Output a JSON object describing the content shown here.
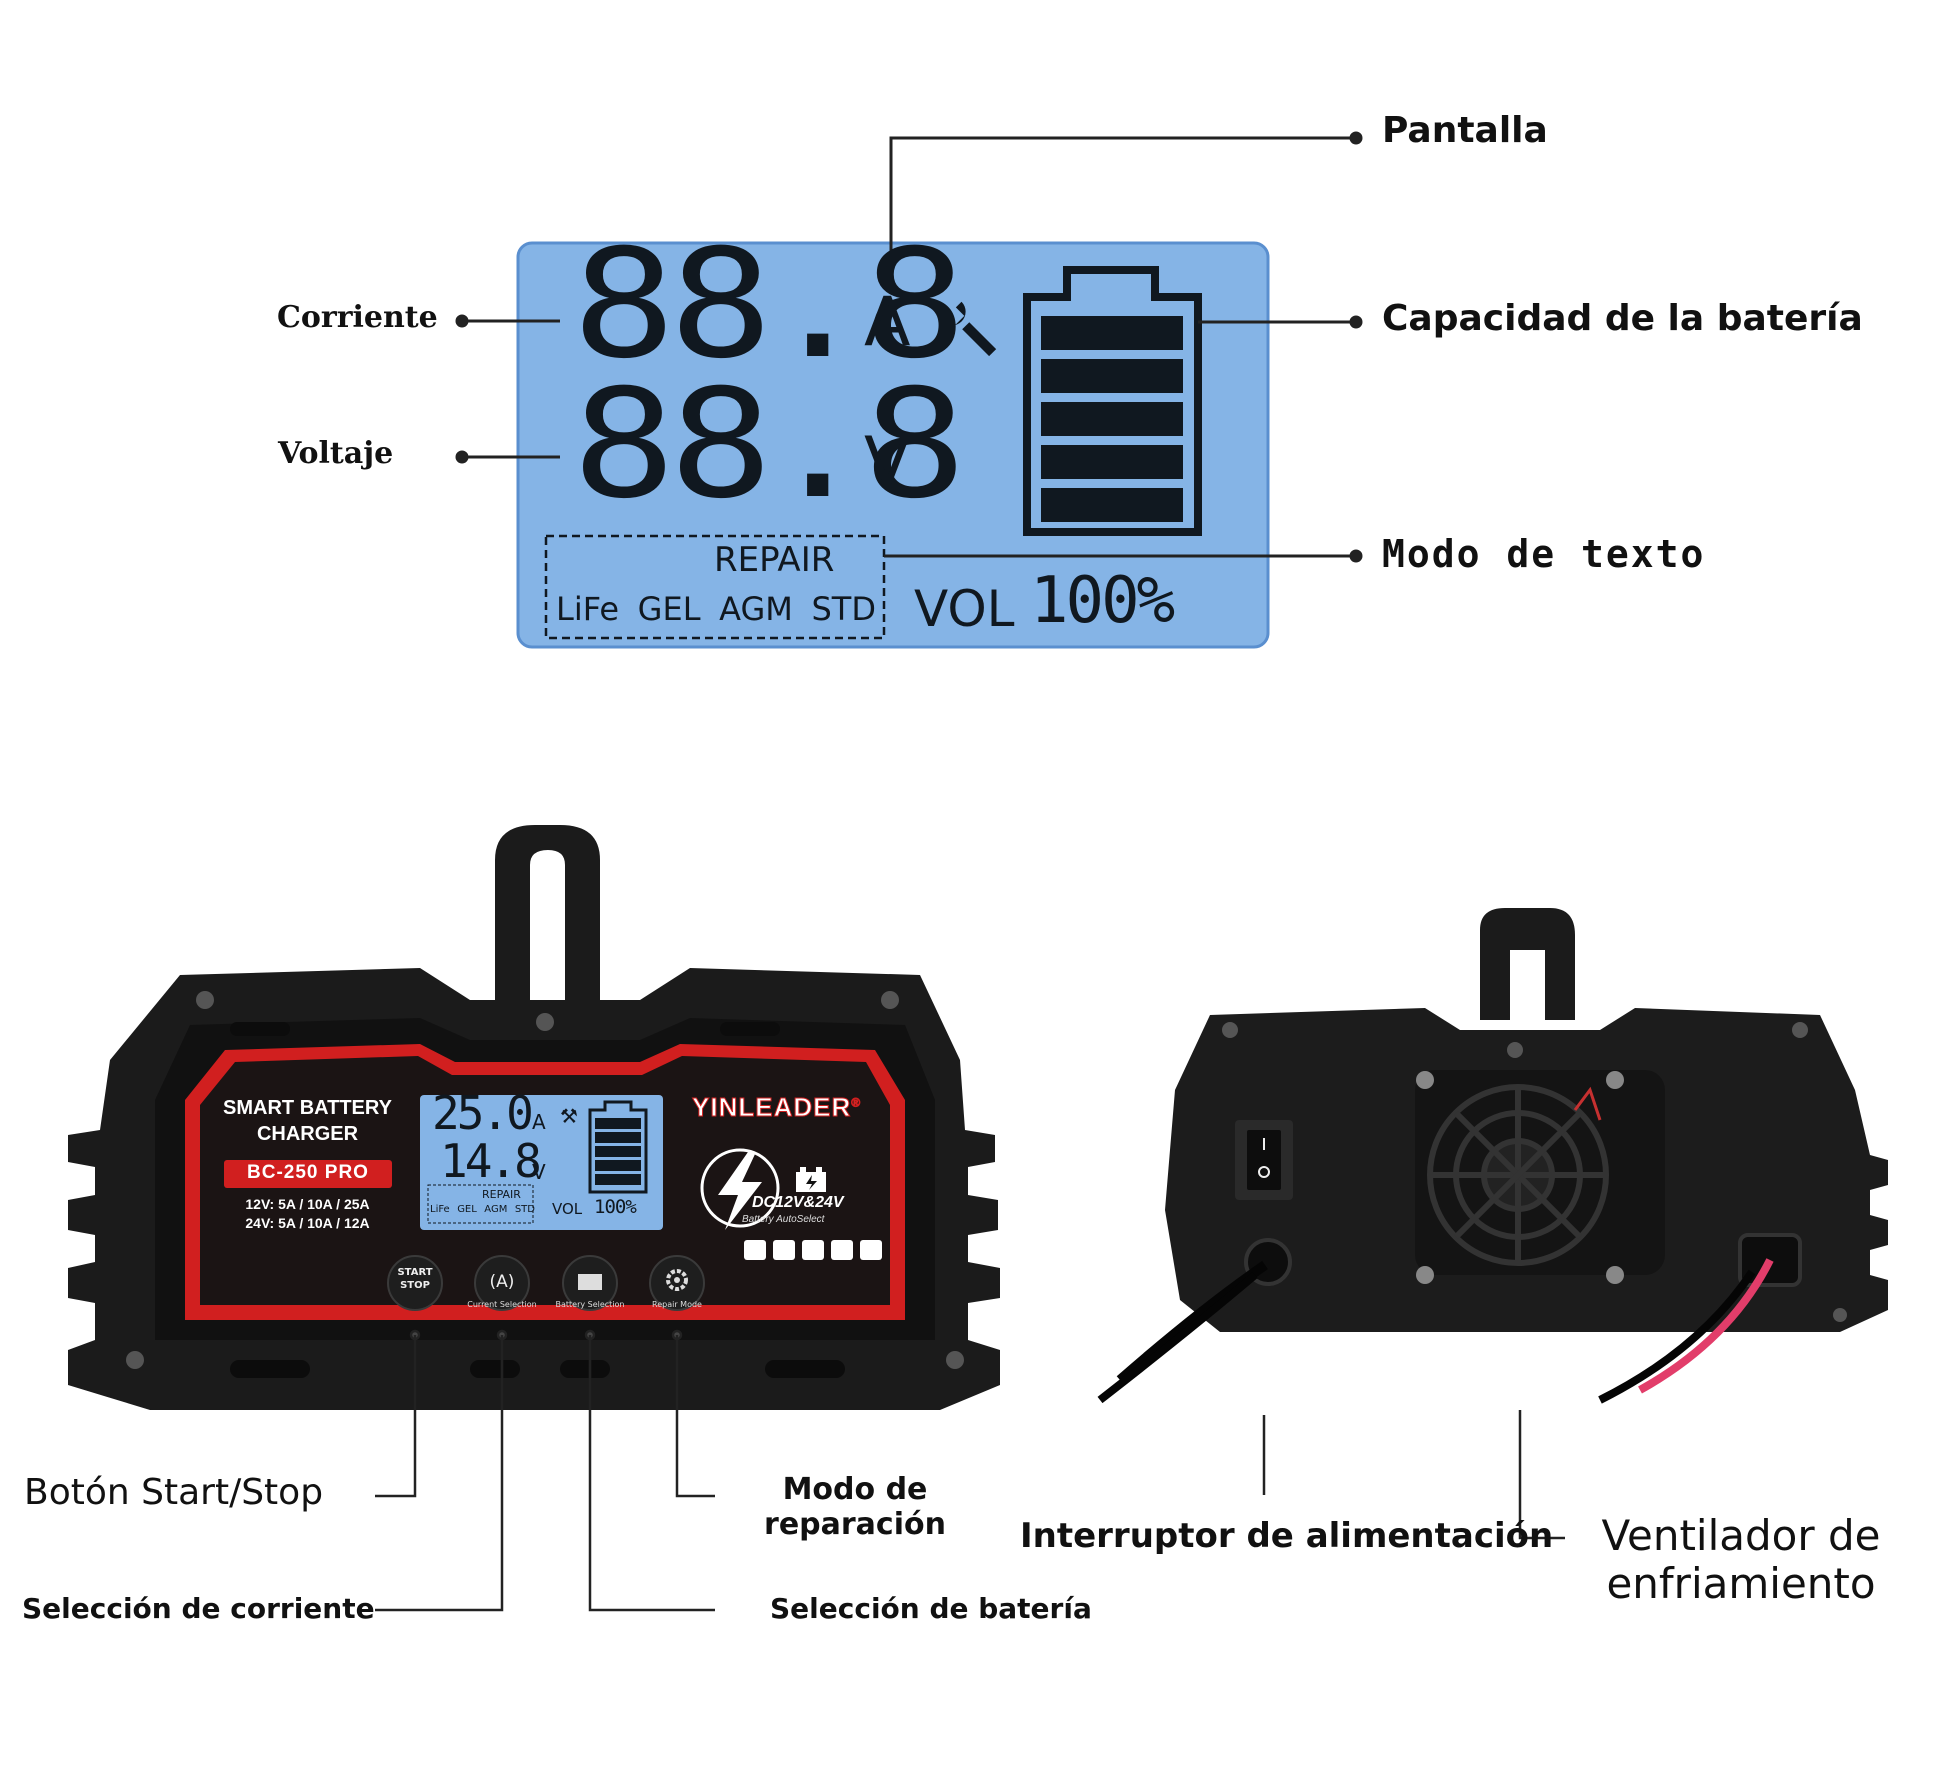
{
  "callouts": {
    "pantalla": "Pantalla",
    "corriente": "Corriente",
    "voltaje": "Voltaje",
    "capacidad": "Capacidad de la batería",
    "modo_texto": "Modo de texto",
    "boton_start": "Botón Start/Stop",
    "seleccion_corriente": "Selección de corriente",
    "modo_reparacion_1": "Modo de",
    "modo_reparacion_2": "reparación",
    "seleccion_bateria": "Selección de batería",
    "interruptor": "Interruptor de alimentación",
    "ventilador_1": "Ventilador de",
    "ventilador_2": "enfriamiento"
  },
  "big_lcd": {
    "current_value": "88.8",
    "current_unit": "A",
    "voltage_value": "88.8",
    "voltage_unit": "V",
    "repair": "REPAIR",
    "modes": [
      "LiFe",
      "GEL",
      "AGM",
      "STD"
    ],
    "vol": "VOL",
    "percent": "100%"
  },
  "charger": {
    "title_line1": "SMART BATTERY",
    "title_line2": "CHARGER",
    "model": "BC-250 PRO",
    "spec_12v": "12V: 5A / 10A / 25A",
    "spec_24v": "24V: 5A / 10A / 12A",
    "brand": "YINLEADER",
    "brand_mark": "®",
    "dc_label": "DC12V&24V",
    "auto_select": "Battery AutoSelect",
    "lcd_current": "25.0",
    "lcd_current_unit": "A",
    "lcd_voltage": "14.8",
    "lcd_voltage_unit": "V",
    "lcd_repair": "REPAIR",
    "lcd_modes": [
      "LiFe",
      "GEL",
      "AGM",
      "STD"
    ],
    "lcd_vol": "VOL",
    "lcd_percent": "100%",
    "btn_start_1": "START",
    "btn_start_2": "STOP",
    "btn_current_icon": "(A)",
    "btn_current_label": "Current Selection",
    "btn_battery_label": "Battery Selection",
    "btn_repair_label": "Repair Mode"
  },
  "colors": {
    "lcd_bg": "#85b4e6",
    "lcd_border": "#5a8fcf",
    "segment": "#101820",
    "charger_red": "#d11f1f",
    "body_black": "#1b1b1b"
  },
  "icons": [
    "wrench-icon",
    "battery-icon",
    "bolt-icon",
    "gear-icon",
    "battery-small-icon",
    "vehicle-icons",
    "fan-icon",
    "power-switch-icon"
  ]
}
